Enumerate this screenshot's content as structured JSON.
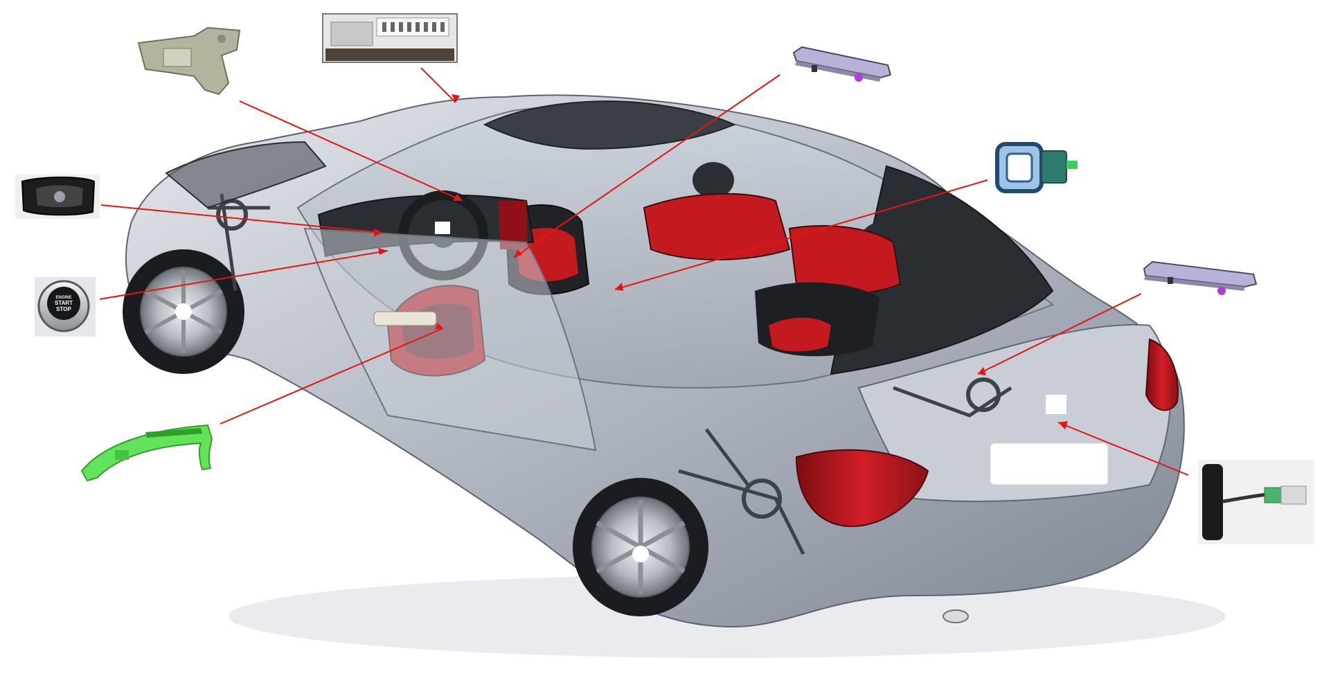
{
  "diagram": {
    "components": [
      {
        "id": "steering-column-lock",
        "icon": "steering-lock-icon"
      },
      {
        "id": "control-module",
        "icon": "ecu-module-icon"
      },
      {
        "id": "interior-light-front",
        "icon": "light-bar-icon"
      },
      {
        "id": "key-fob",
        "icon": "key-fob-icon"
      },
      {
        "id": "interior-light-rear",
        "icon": "light-bar-icon"
      },
      {
        "id": "ignition-switch",
        "icon": "ignition-switch-icon"
      },
      {
        "id": "start-stop-button",
        "icon": "start-stop-button-icon"
      },
      {
        "id": "door-handle",
        "icon": "door-handle-icon"
      },
      {
        "id": "trunk-release",
        "icon": "trunk-release-icon"
      }
    ],
    "button_text": {
      "line1": "ENGINE",
      "line2": "START",
      "line3": "STOP"
    },
    "colors": {
      "leader": "#e8140f",
      "body": "#b9bfc9",
      "seat_red": "#c41a1f",
      "seat_dark": "#202225",
      "green_part": "#62e35a",
      "key_blue": "#2c5f93"
    }
  }
}
